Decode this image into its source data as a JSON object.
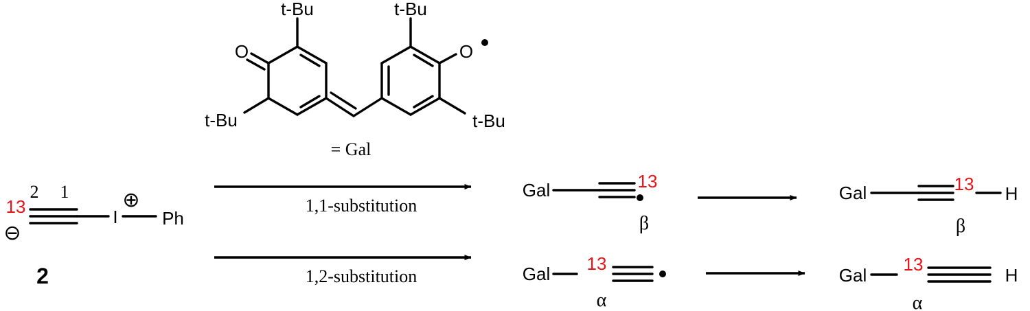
{
  "galvinoxyl": {
    "substituents": {
      "tbu_top_left": "t-Bu",
      "tbu_top_right": "t-Bu",
      "tbu_bottom_left": "t-Bu",
      "tbu_bottom_right": "t-Bu",
      "carbonyl_oxygen": "O",
      "radical_oxygen": "O"
    },
    "definition_label": "= Gal"
  },
  "reagent": {
    "isotope_label": "13",
    "carbon_number_2": "2",
    "carbon_number_1": "1",
    "iodine": "I",
    "phenyl": "Ph",
    "positive_charge": "⊕",
    "negative_charge": "⊖",
    "compound_number": "2"
  },
  "pathways": [
    {
      "arrow_label": "1,1-substitution",
      "radical_intermediate": {
        "group": "Gal",
        "isotope": "13",
        "position_label": "β"
      },
      "final_product": {
        "group": "Gal",
        "isotope": "13",
        "terminal_atom": "H",
        "position_label": "β"
      }
    },
    {
      "arrow_label": "1,2-substitution",
      "radical_intermediate": {
        "group": "Gal",
        "isotope": "13",
        "position_label": "α"
      },
      "final_product": {
        "group": "Gal",
        "isotope": "13",
        "terminal_atom": "H",
        "position_label": "α"
      }
    }
  ]
}
